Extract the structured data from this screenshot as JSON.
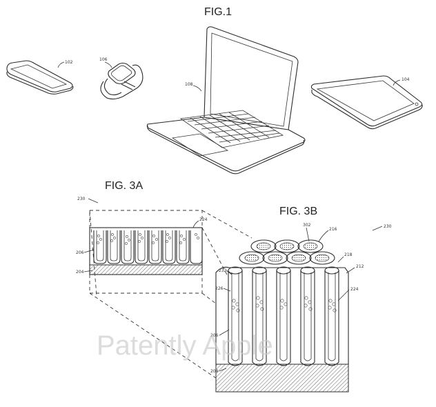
{
  "figures": {
    "fig1": "FIG.1",
    "fig3a": "FIG. 3A",
    "fig3b": "FIG. 3B"
  },
  "refs": {
    "phone": "102",
    "watch": "106",
    "laptop": "108",
    "tablet": "104",
    "r230a": "230",
    "r230b": "230",
    "r224a": "224",
    "r206a": "206",
    "r204a": "204",
    "r302": "302",
    "r216": "216",
    "r218": "218",
    "r212": "212",
    "r232": "232",
    "r226": "226",
    "r224b": "224",
    "r206b": "206",
    "r204b": "204"
  },
  "watermark": "Patently Apple",
  "colors": {
    "line": "#2b2b2b",
    "watermark": "#c9c9c9",
    "hatch": "#555555"
  }
}
